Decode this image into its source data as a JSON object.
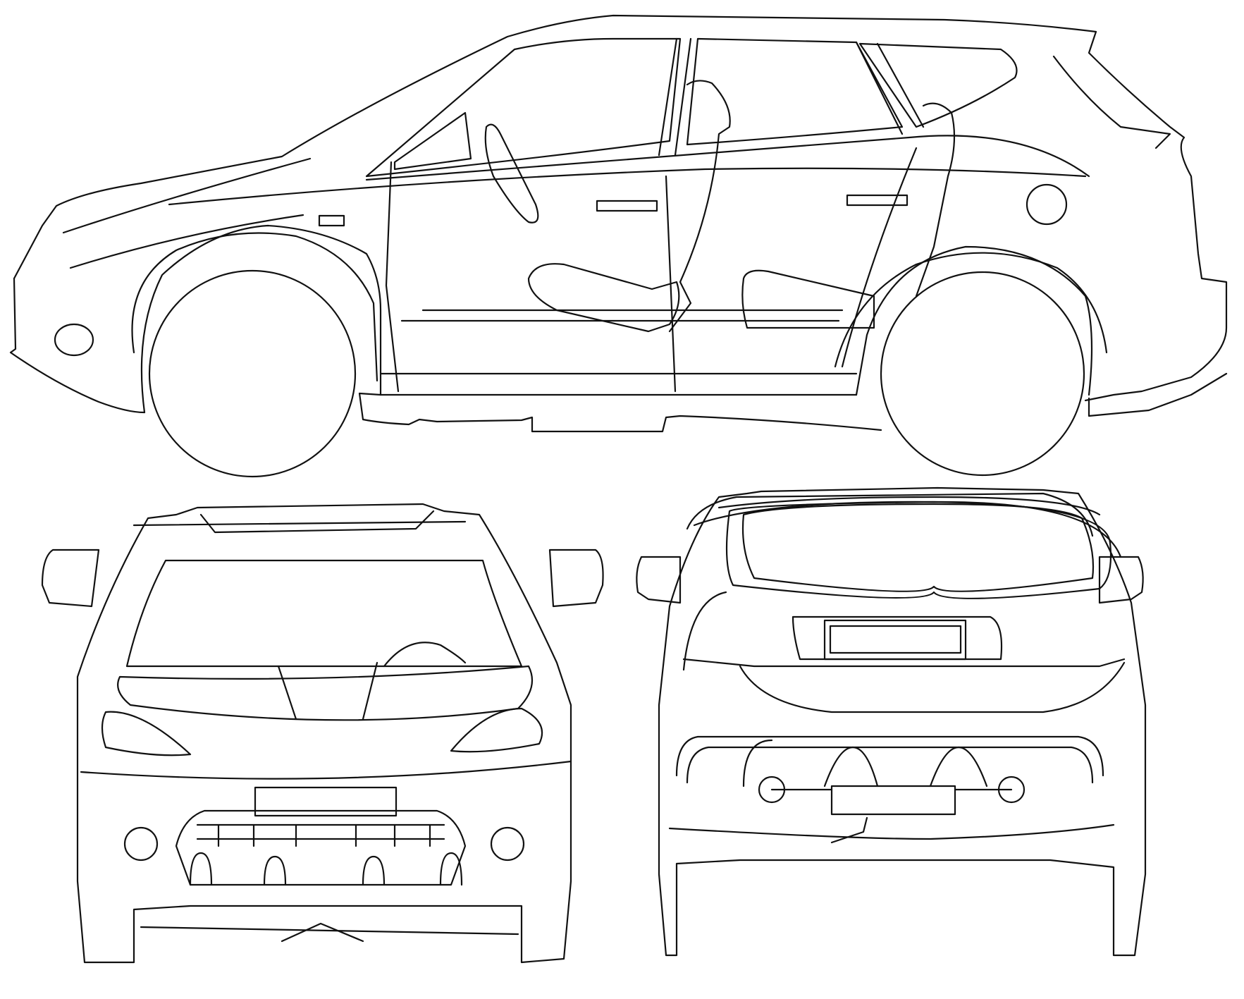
{
  "diagram": {
    "views": [
      {
        "key": "side",
        "caption": ""
      },
      {
        "key": "front",
        "caption": ""
      },
      {
        "key": "rear",
        "caption": ""
      }
    ],
    "line_color": "#111111",
    "background": "#ffffff"
  }
}
